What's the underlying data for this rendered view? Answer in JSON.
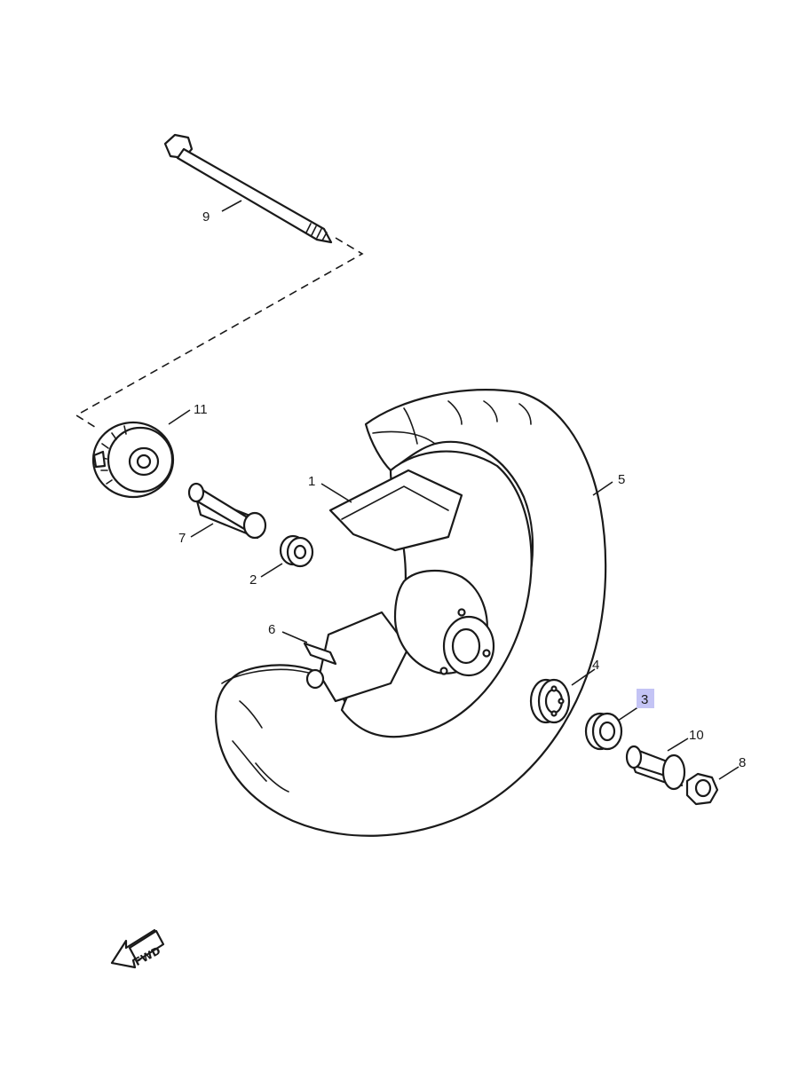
{
  "diagram": {
    "callouts": {
      "p1": "1",
      "p2": "2",
      "p3": "3",
      "p4": "4",
      "p5": "5",
      "p6": "6",
      "p7": "7",
      "p8": "8",
      "p9": "9",
      "p10": "10",
      "p11": "11"
    },
    "highlighted_callout": "3",
    "highlight_color": "#c4c4f5",
    "direction_badge": "FWD"
  }
}
